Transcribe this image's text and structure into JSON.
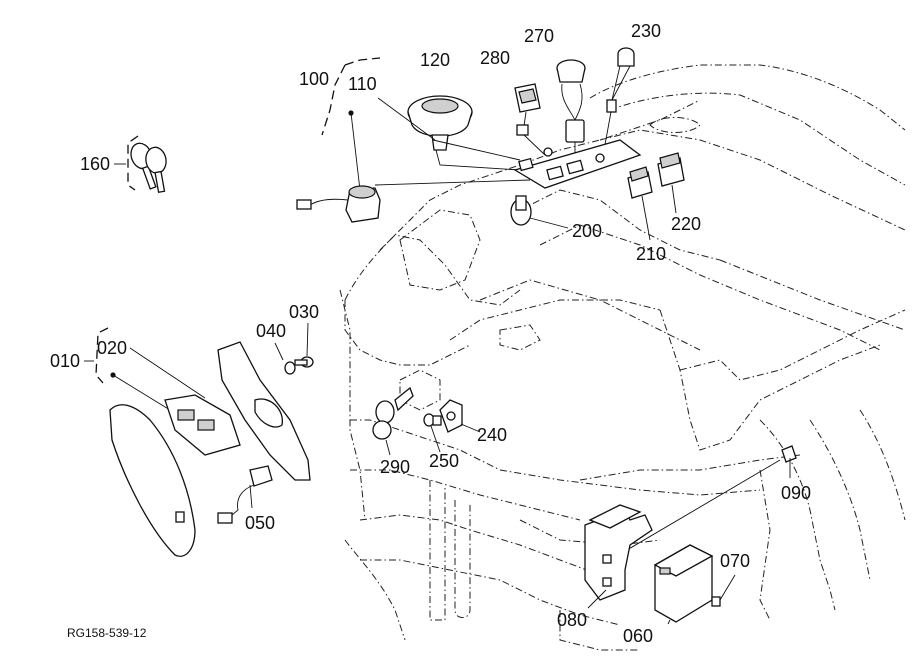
{
  "diagram": {
    "reference_code": "RG158-539-12",
    "parts": [
      {
        "id": "010"
      },
      {
        "id": "020"
      },
      {
        "id": "030"
      },
      {
        "id": "040"
      },
      {
        "id": "050"
      },
      {
        "id": "060"
      },
      {
        "id": "070"
      },
      {
        "id": "080"
      },
      {
        "id": "090"
      },
      {
        "id": "100"
      },
      {
        "id": "110"
      },
      {
        "id": "120"
      },
      {
        "id": "160"
      },
      {
        "id": "200"
      },
      {
        "id": "210"
      },
      {
        "id": "220"
      },
      {
        "id": "230"
      },
      {
        "id": "240"
      },
      {
        "id": "250"
      },
      {
        "id": "270"
      },
      {
        "id": "280"
      },
      {
        "id": "290"
      }
    ]
  }
}
